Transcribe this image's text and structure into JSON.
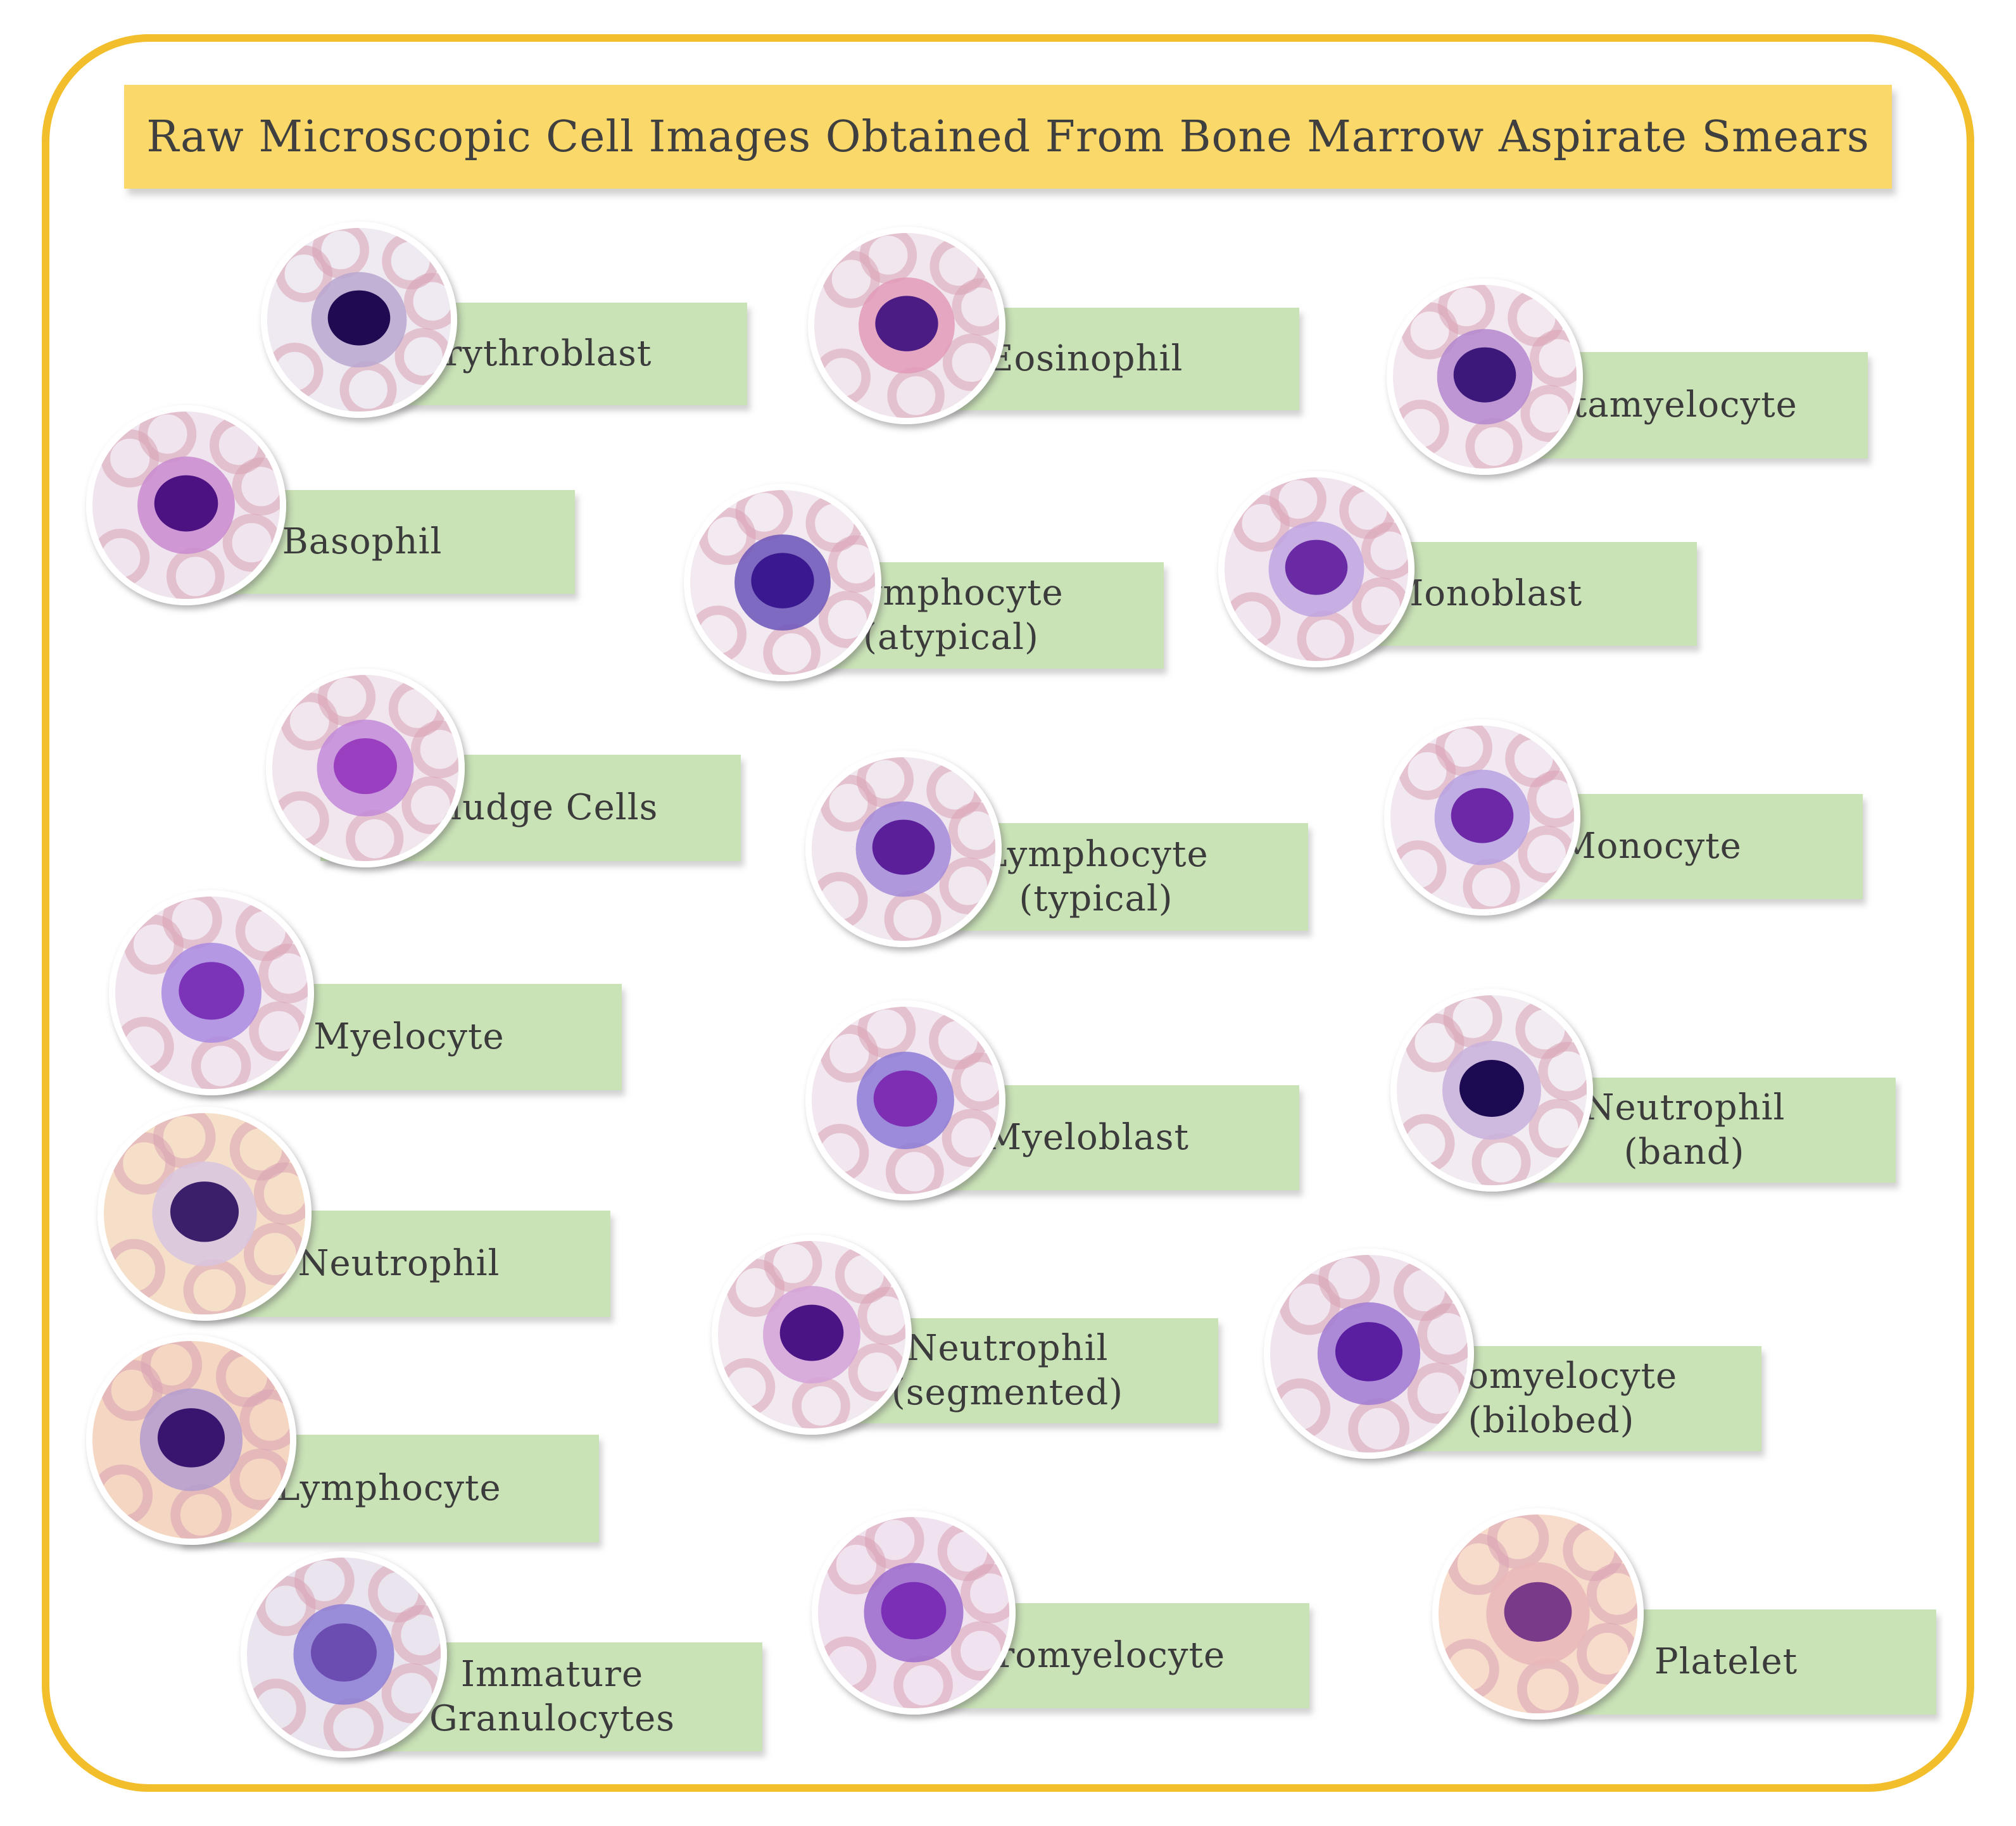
{
  "title": "Raw Microscopic Cell Images Obtained From Bone Marrow Aspirate Smears",
  "colors": {
    "frame_border": "#f2be2c",
    "title_bg": "#fad96a",
    "label_bg": "#c9e2b6",
    "nucleus": "#5a1fa0",
    "cytoplasm": "#b58cd6",
    "rbc": "#d9a3b4"
  },
  "cells": [
    {
      "id": "erythroblast",
      "label": "Erythroblast",
      "bg": "#efe9f2",
      "nucleus": "#1e0b52",
      "cyto": "#b9a7d0"
    },
    {
      "id": "eosinophil",
      "label": "Eosinophil",
      "bg": "#f1e6ee",
      "nucleus": "#4a1c84",
      "cyto": "#e29ab9"
    },
    {
      "id": "metamyelocyte",
      "label": "Metamyelocyte",
      "bg": "#f3e8f0",
      "nucleus": "#3b187a",
      "cyto": "#b487cf"
    },
    {
      "id": "basophil",
      "label": "Basophil",
      "bg": "#f0e5ee",
      "nucleus": "#4c1282",
      "cyto": "#c98bd0"
    },
    {
      "id": "lymphocyte-atypical",
      "label": "Lymphocyte\n(atypical)",
      "bg": "#f2e9f1",
      "nucleus": "#3a1890",
      "cyto": "#6b54b8"
    },
    {
      "id": "monoblast",
      "label": "Monoblast",
      "bg": "#f1e5ef",
      "nucleus": "#6a2aa4",
      "cyto": "#c0a4e0"
    },
    {
      "id": "smudge-cells",
      "label": "Smudge Cells",
      "bg": "#f2e6ee",
      "nucleus": "#9a3fc0",
      "cyto": "#c38ad8"
    },
    {
      "id": "lymphocyte-typical",
      "label": "Lymphocyte\n(typical)",
      "bg": "#f1e7ef",
      "nucleus": "#5b1f9a",
      "cyto": "#a48ad8"
    },
    {
      "id": "monocyte",
      "label": "Monocyte",
      "bg": "#f2e8f1",
      "nucleus": "#6d28a8",
      "cyto": "#b7a2e2"
    },
    {
      "id": "myelocyte",
      "label": "Myelocyte",
      "bg": "#f1e6ef",
      "nucleus": "#7b33b8",
      "cyto": "#a98ae0"
    },
    {
      "id": "myeloblast",
      "label": "Myeloblast",
      "bg": "#f2e7f0",
      "nucleus": "#7d2eb3",
      "cyto": "#8c7ad6"
    },
    {
      "id": "neutrophil-band",
      "label": "Neutrophil\n(band)",
      "bg": "#f2ecf2",
      "nucleus": "#1c0a52",
      "cyto": "#c8b2dc"
    },
    {
      "id": "neutrophil",
      "label": "Neutrophil",
      "bg": "#f6dfc8",
      "nucleus": "#3c1f6a",
      "cyto": "#d8c6df"
    },
    {
      "id": "neutrophil-segmented",
      "label": "Neutrophil\n(segmented)",
      "bg": "#f2e8f0",
      "nucleus": "#4a1484",
      "cyto": "#d3a2d8"
    },
    {
      "id": "promyelocyte-bilobed",
      "label": "Promyelocyte\n(bilobed)",
      "bg": "#f0e4ee",
      "nucleus": "#5a1ea0",
      "cyto": "#a07ad2"
    },
    {
      "id": "lymphocyte",
      "label": "Lymphocyte",
      "bg": "#f4d6c2",
      "nucleus": "#3a1570",
      "cyto": "#b39ccf"
    },
    {
      "id": "immature-granulocytes",
      "label": "Immature\nGranulocytes",
      "bg": "#eae4ee",
      "nucleus": "#6b4cb0",
      "cyto": "#8b7cd4"
    },
    {
      "id": "promyelocyte",
      "label": "Promyelocyte",
      "bg": "#f1e2ef",
      "nucleus": "#7a2fb6",
      "cyto": "#9a68cc"
    },
    {
      "id": "platelet",
      "label": "Platelet",
      "bg": "#f7dccb",
      "nucleus": "#7a3a8a",
      "cyto": "#e7b7ba"
    }
  ]
}
